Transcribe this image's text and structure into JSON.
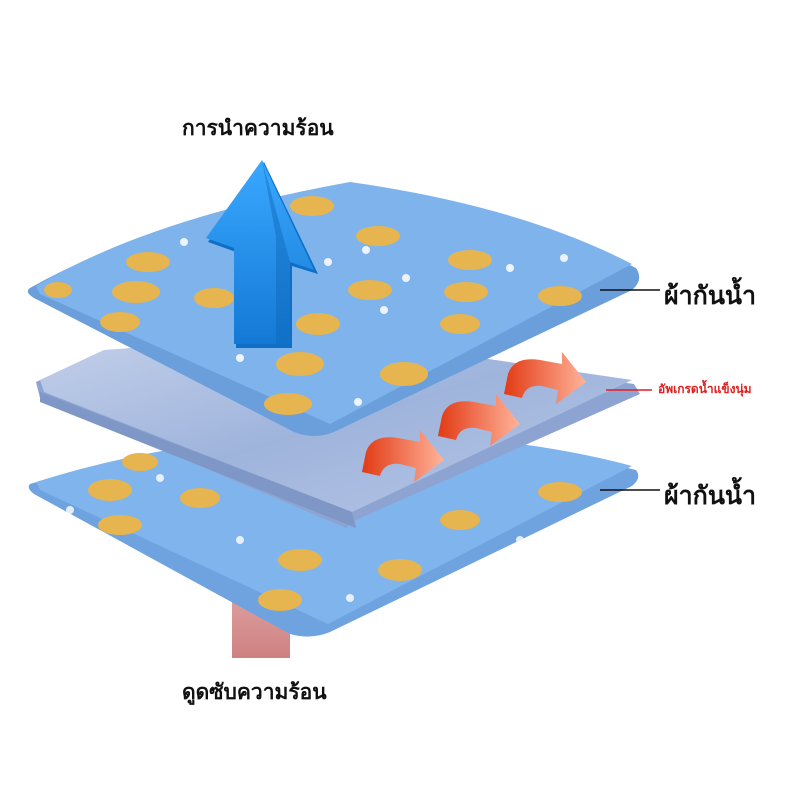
{
  "labels": {
    "top": "การนำความร้อน",
    "bottom": "ดูดซับความร้อน",
    "layer_top": "ผ้ากันน้ำ",
    "layer_middle": "อัพเกรดน้ำแข็งนุ่ม",
    "layer_bottom": "ผ้ากันน้ำ"
  },
  "colors": {
    "fabric": "#79ade8",
    "gel": "#a9bce0",
    "up_arrow": "#1e90e8",
    "heat_arrow": "#f25a2c",
    "down_column": "#d98c8c",
    "annotation": "#e02020",
    "label": "#111111"
  },
  "icons": {
    "up_arrow": "up-arrow-icon",
    "heat_arrow": "curved-arrow-icon",
    "pattern": "corgi-icon",
    "snowflake": "snowflake-icon"
  }
}
